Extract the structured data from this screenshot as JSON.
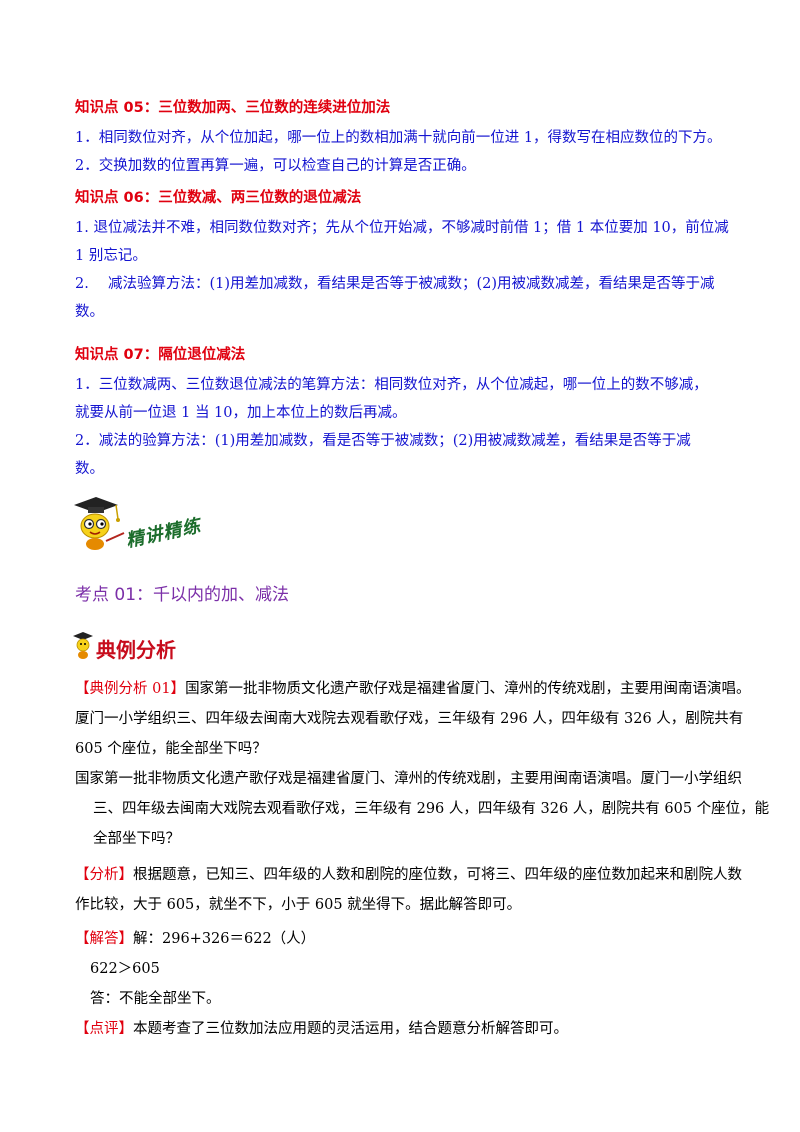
{
  "k05": {
    "title": "知识点 05：三位数加两、三位数的连续进位加法",
    "lines": [
      "1．相同数位对齐，从个位加起，哪一位上的数相加满十就向前一位进 1，得数写在相应数位的下方。",
      "2．交换加数的位置再算一遍，可以检查自己的计算是否正确。"
    ]
  },
  "k06": {
    "title": "知识点 06：三位数减、两三位数的退位减法",
    "lines": [
      "1. 退位减法并不难，相同数位数对齐；先从个位开始减，不够减时前借 1；借 1 本位要加 10，前位减",
      "1 别忘记。",
      "2.　 减法验算方法：(1)用差加减数，看结果是否等于被减数；(2)用被减数减差，看结果是否等于减",
      "数。"
    ]
  },
  "k07": {
    "title": "知识点 07：隔位退位减法",
    "lines": [
      "1．三位数减两、三位数退位减法的笔算方法：相同数位对齐，从个位减起，哪一位上的数不够减，",
      "就要从前一位退 1 当 10，加上本位上的数后再减。",
      "2．减法的验算方法：(1)用差加减数，看是否等于被减数；(2)用被减数减差，看结果是否等于减",
      "数。"
    ]
  },
  "jingjiang_label": "精讲精练",
  "kaodian_title": "考点 01：千以内的加、减法",
  "dianli_label": "典例分析",
  "example": {
    "tag": "【典例分析 01】",
    "line1_rest": "国家第一批非物质文化遗产歌仔戏是福建省厦门、漳州的传统戏剧，主要用闽南语演唱。",
    "line2": "厦门一小学组织三、四年级去闽南大戏院去观看歌仔戏，三年级有 296 人，四年级有 326 人，剧院共有",
    "line3": "605 个座位，能全部坐下吗？",
    "line4": "国家第一批非物质文化遗产歌仔戏是福建省厦门、漳州的传统戏剧，主要用闽南语演唱。厦门一小学组织",
    "line5": "三、四年级去闽南大戏院去观看歌仔戏，三年级有 296 人，四年级有 326 人，剧院共有 605 个座位，能",
    "line6": "全部坐下吗？"
  },
  "analysis": {
    "tag": "【分析】",
    "line1_rest": "根据题意，已知三、四年级的人数和剧院的座位数，可将三、四年级的座位数加起来和剧院人数",
    "line2": "作比较，大于 605，就坐不下，小于 605 就坐得下。据此解答即可。"
  },
  "answer": {
    "tag": "【解答】",
    "line1_rest": "解：296+326＝622（人）",
    "line2": "622＞605",
    "line3": "答：不能全部坐下。"
  },
  "comment": {
    "tag": "【点评】",
    "line1_rest": "本题考查了三位数加法应用题的灵活运用，结合题意分析解答即可。"
  }
}
